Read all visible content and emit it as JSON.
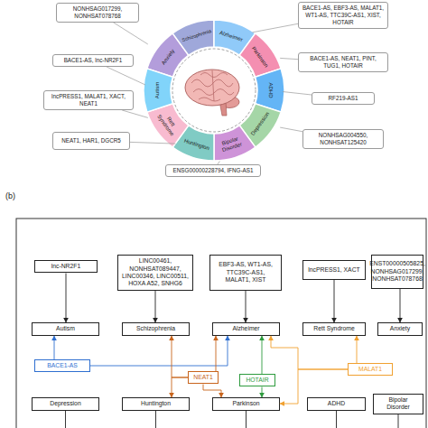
{
  "diagram": {
    "nodes": [
      {
        "text": [
          "Anxiety"
        ]
      },
      {
        "text": [
          "Schizophrenia"
        ]
      },
      {
        "text": [
          "Alzheimer"
        ]
      },
      {
        "text": [
          "Parkinson"
        ]
      },
      {
        "text": [
          "ADHD"
        ]
      },
      {
        "text": [
          "Depression"
        ]
      },
      {
        "text": [
          "Bipolar Disorder"
        ]
      },
      {
        "text": [
          "Huntington"
        ]
      },
      {
        "text": [
          "Rett Syndrome"
        ]
      },
      {
        "text": [
          "Autism"
        ]
      },
      {
        "text": [
          "NONHSAG017299, NONHSAT078768"
        ]
      },
      {
        "text": [
          "BACE1-AS, EBF3-AS, MALAT1, WT1-AS, TTC39C-AS1, XIST, HOTAIR"
        ]
      },
      {
        "text": [
          "BACE1-AS, lnc-NR2F1"
        ]
      },
      {
        "text": [
          "BACE1-AS, NEAT1, PINT, TUG1, HOTAIR"
        ]
      },
      {
        "text": [
          "lncPRESS1, MALAT1, XACT, NEAT1"
        ]
      },
      {
        "text": [
          "RF219-AS1"
        ]
      },
      {
        "text": [
          "NEAT1, HAR1, DGCR5"
        ]
      },
      {
        "text": [
          "NONHSAG004550, NONHSAT125420"
        ]
      },
      {
        "text": [
          "ENSG00000228794, IFNG-AS1"
        ]
      },
      {
        "text": [
          "lnc-NR2F1"
        ]
      },
      {
        "text": [
          "LINC00461, NONHSAT089447, LINC00346, LINC00511, HOXA A52, SNHG6"
        ]
      },
      {
        "text": [
          "EBF3-AS, WT1-AS, TTC39C-AS1, MALAT1, XIST"
        ]
      },
      {
        "text": [
          "lncPRESS1, XACT"
        ]
      },
      {
        "text": [
          "ENST00000505825, NONHSAG017299, NONHSAT078768"
        ]
      },
      {
        "text": [
          "Autism"
        ]
      },
      {
        "text": [
          "Schizophrenia"
        ]
      },
      {
        "text": [
          "Alzheimer"
        ]
      },
      {
        "text": [
          "Rett Syndrome"
        ]
      },
      {
        "text": [
          "Anxiety"
        ]
      },
      {
        "text": [
          "BACE1-AS"
        ]
      },
      {
        "text": [
          "NEAT1"
        ]
      },
      {
        "text": [
          "HOTAIR"
        ]
      },
      {
        "text": [
          "MALAT1"
        ]
      },
      {
        "text": [
          "Depression"
        ]
      },
      {
        "text": [
          "Huntington"
        ]
      },
      {
        "text": [
          "Parkinson"
        ]
      },
      {
        "text": [
          "ADHD"
        ]
      },
      {
        "text": [
          "Bipolar Disorder"
        ]
      }
    ],
    "edges": [
      {
        "from": 0,
        "to": 10,
        "arrow": "none"
      },
      {
        "from": 2,
        "to": 11,
        "arrow": "none"
      },
      {
        "from": 9,
        "to": 12,
        "arrow": "none"
      },
      {
        "from": 3,
        "to": 13,
        "arrow": "none"
      },
      {
        "from": 8,
        "to": 14,
        "arrow": "none"
      },
      {
        "from": 4,
        "to": 15,
        "arrow": "none"
      },
      {
        "from": 7,
        "to": 16,
        "arrow": "none"
      },
      {
        "from": 5,
        "to": 17,
        "arrow": "none"
      },
      {
        "from": 6,
        "to": 18,
        "arrow": "none"
      },
      {
        "from": 19,
        "to": 24,
        "arrow": "to"
      },
      {
        "from": 20,
        "to": 25,
        "arrow": "to"
      },
      {
        "from": 21,
        "to": 26,
        "arrow": "to"
      },
      {
        "from": 22,
        "to": 27,
        "arrow": "to"
      },
      {
        "from": 23,
        "to": 28,
        "arrow": "to"
      },
      {
        "from": 29,
        "to": 24,
        "arrow": "to"
      },
      {
        "from": 29,
        "to": 26,
        "arrow": "to"
      },
      {
        "from": 30,
        "to": 25,
        "arrow": "to"
      },
      {
        "from": 30,
        "to": 26,
        "arrow": "to"
      },
      {
        "from": 30,
        "to": 34,
        "arrow": "to"
      },
      {
        "from": 30,
        "to": 35,
        "arrow": "to"
      },
      {
        "from": 32,
        "to": 27,
        "arrow": "to"
      },
      {
        "from": 32,
        "to": 26,
        "arrow": "to"
      },
      {
        "from": 32,
        "to": 35,
        "arrow": "to"
      },
      {
        "from": 31,
        "to": 26,
        "arrow": "to"
      },
      {
        "from": 31,
        "to": 35,
        "arrow": "to"
      }
    ],
    "labels": [
      "(b)"
    ]
  }
}
